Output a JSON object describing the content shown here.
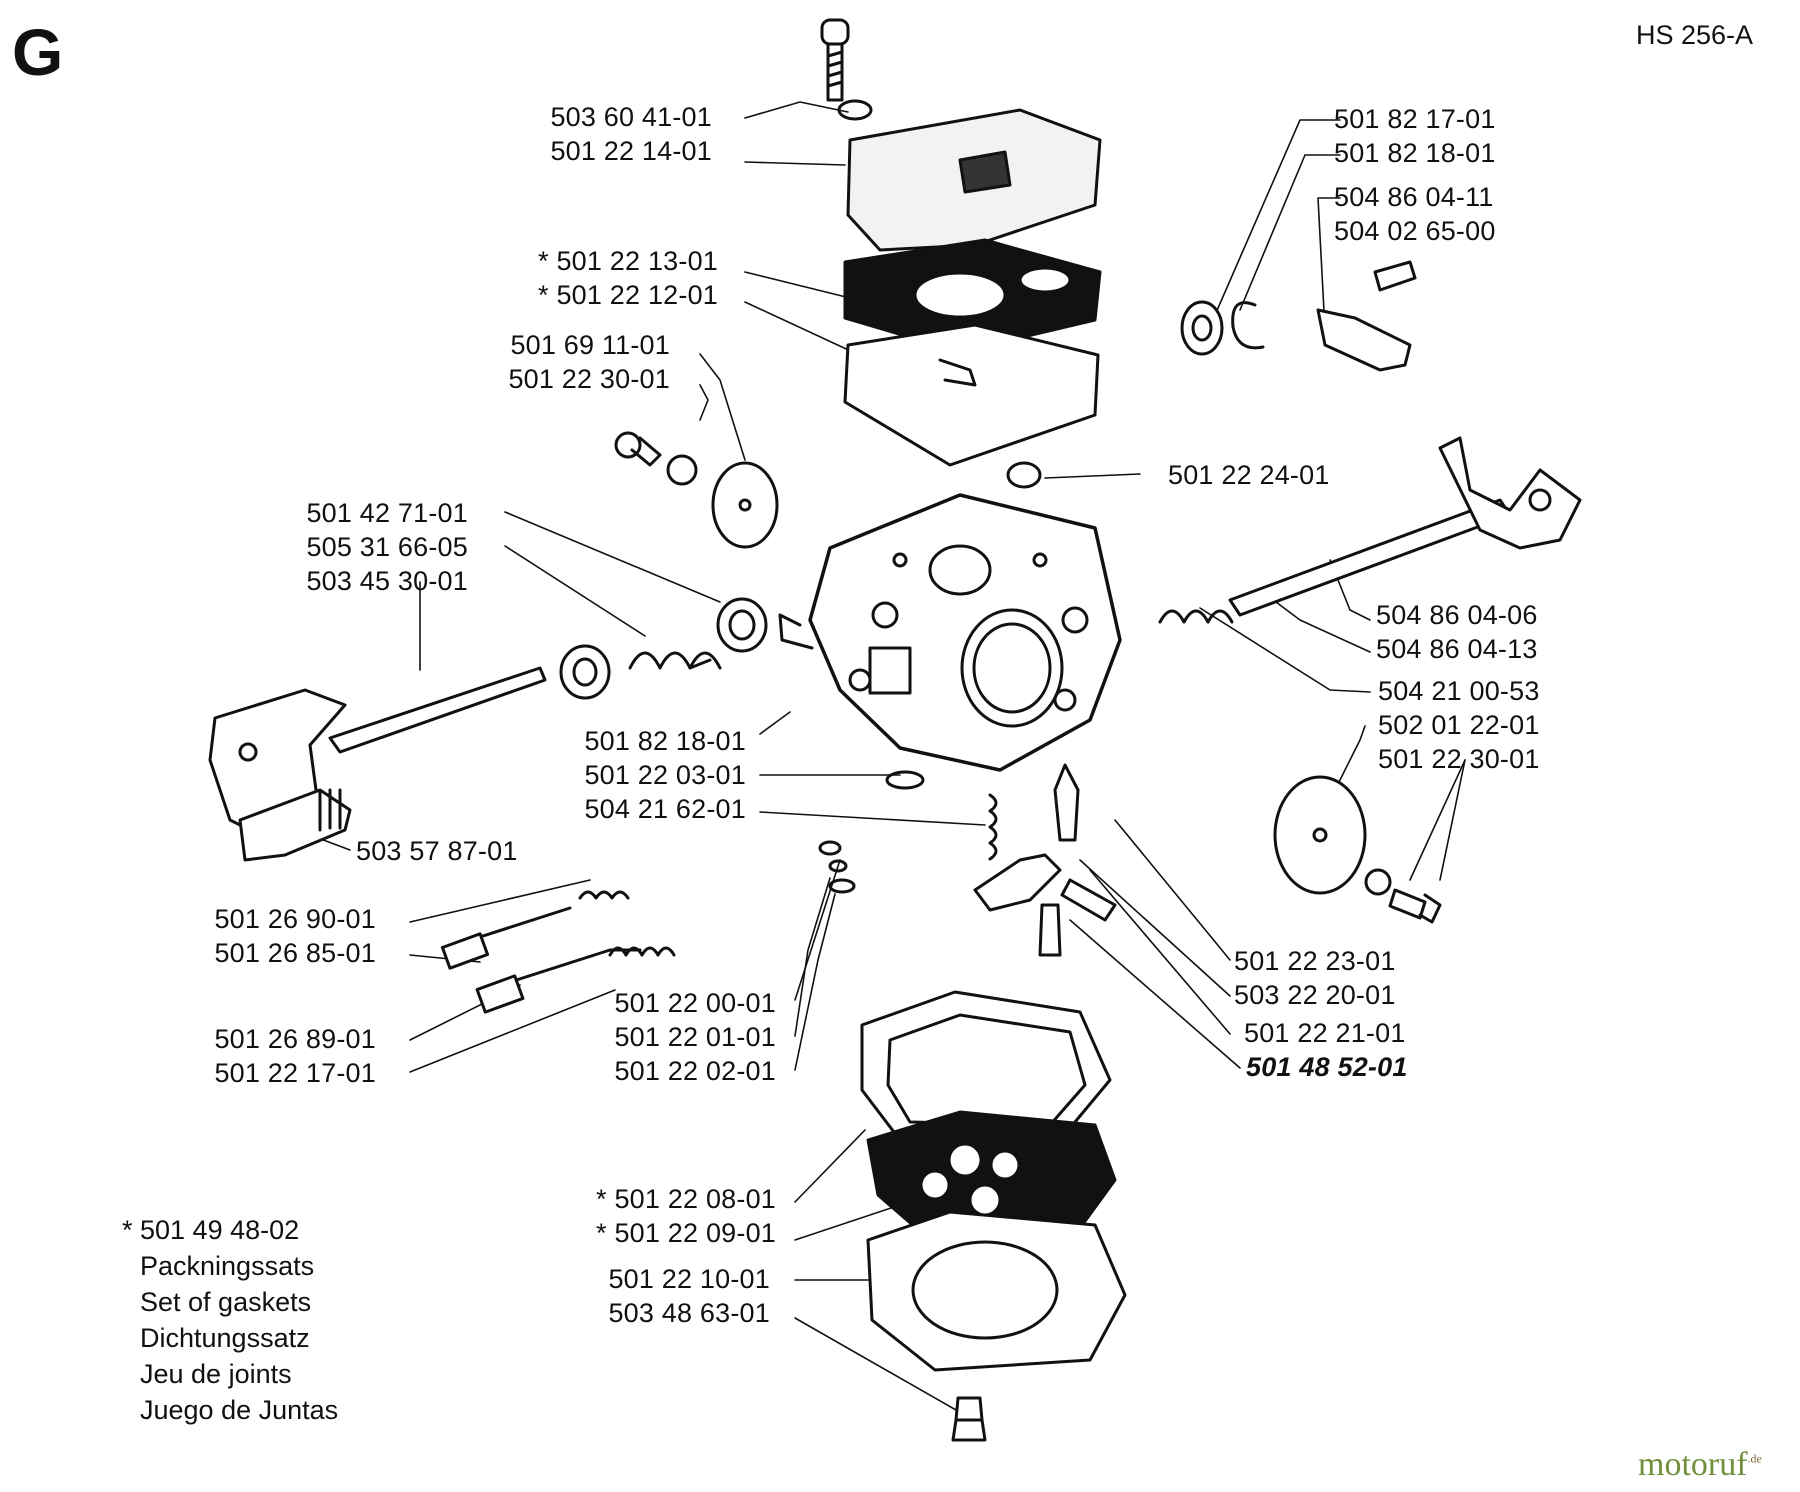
{
  "section_letter": "G",
  "diagram_code": "HS 256-A",
  "labels": {
    "l1": "503 60 41-01",
    "l2": "501 22 14-01",
    "l3": "* 501 22 13-01",
    "l4": "* 501 22 12-01",
    "l5": "501 69 11-01",
    "l6": "501 22 30-01",
    "l7": "501 42 71-01",
    "l8": "505 31 66-05",
    "l9": "503 45 30-01",
    "l10": "501 82 18-01",
    "l11": "501 22 03-01",
    "l12": "504 21 62-01",
    "l13": "503 57 87-01",
    "l14": "501 26 90-01",
    "l15": "501 26 85-01",
    "l16": "501 26 89-01",
    "l17": "501 22 17-01",
    "l18": "501 22 00-01",
    "l19": "501 22 01-01",
    "l20": "501 22 02-01",
    "l21": "* 501 22 08-01",
    "l22": "* 501 22 09-01",
    "l23": "501 22 10-01",
    "l24": "503 48 63-01",
    "r1": "501 82 17-01",
    "r2": "501 82 18-01",
    "r3": "504 86 04-11",
    "r4": "504 02 65-00",
    "r5": "501 22 24-01",
    "r6": "504 86 04-06",
    "r7": "504 86 04-13",
    "r8": "504 21 00-53",
    "r9": "502 01 22-01",
    "r10": "501 22 30-01",
    "r11": "501 22 23-01",
    "r12": "503 22 20-01",
    "r13": "501 22 21-01",
    "r14": "501 48 52-01"
  },
  "kit_note": {
    "part_number": "* 501 49 48-02",
    "lines": [
      "Packningssats",
      "Set of gaskets",
      "Dichtungssatz",
      "Jeu de joints",
      "Juego de Juntas"
    ]
  },
  "watermark": {
    "text": "motoruf",
    "suffix": ".de"
  }
}
